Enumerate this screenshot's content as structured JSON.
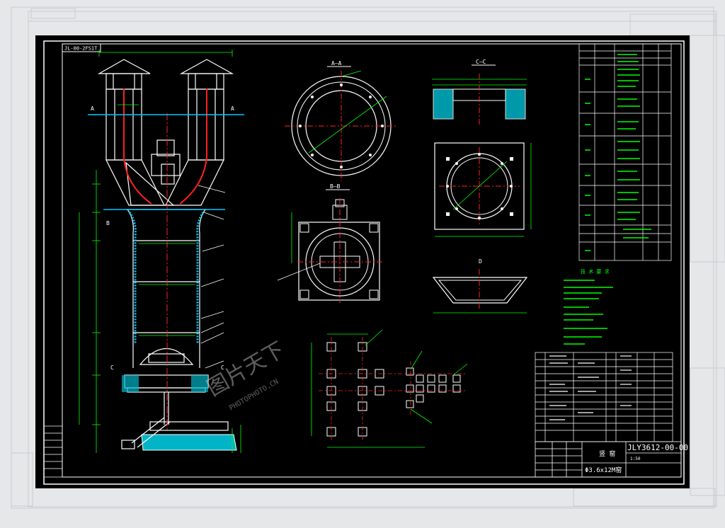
{
  "colors": {
    "background": "#e6e7e9",
    "canvas": "#000000",
    "frame": "#ffffff",
    "dimension": "#00ff00",
    "centerline": "#ff2020",
    "structure": "#ffffff",
    "hatch": "#00c8ff",
    "watermark": "#c8c8c8"
  },
  "sheet": {
    "drawing_number": "JLY3612-00-00",
    "drawing_name": "Φ3.6x12M窑",
    "top_left_code": "JL-00-2FS1T"
  },
  "views": {
    "a_a": "A—A",
    "b_b": "B—B",
    "c_c": "C—C",
    "d_d": "D"
  },
  "section_marks": {
    "a_left": "A",
    "a_right": "A",
    "b_left": "B",
    "c_left": "C",
    "c_right": "C"
  },
  "tech_requirements_title": "技 术 要 求",
  "watermark": {
    "text": "图片天下",
    "url": "PHOTOPHOTO.CN"
  },
  "title_block": {
    "name_cn": "竖 窑",
    "scale": "1:50"
  }
}
